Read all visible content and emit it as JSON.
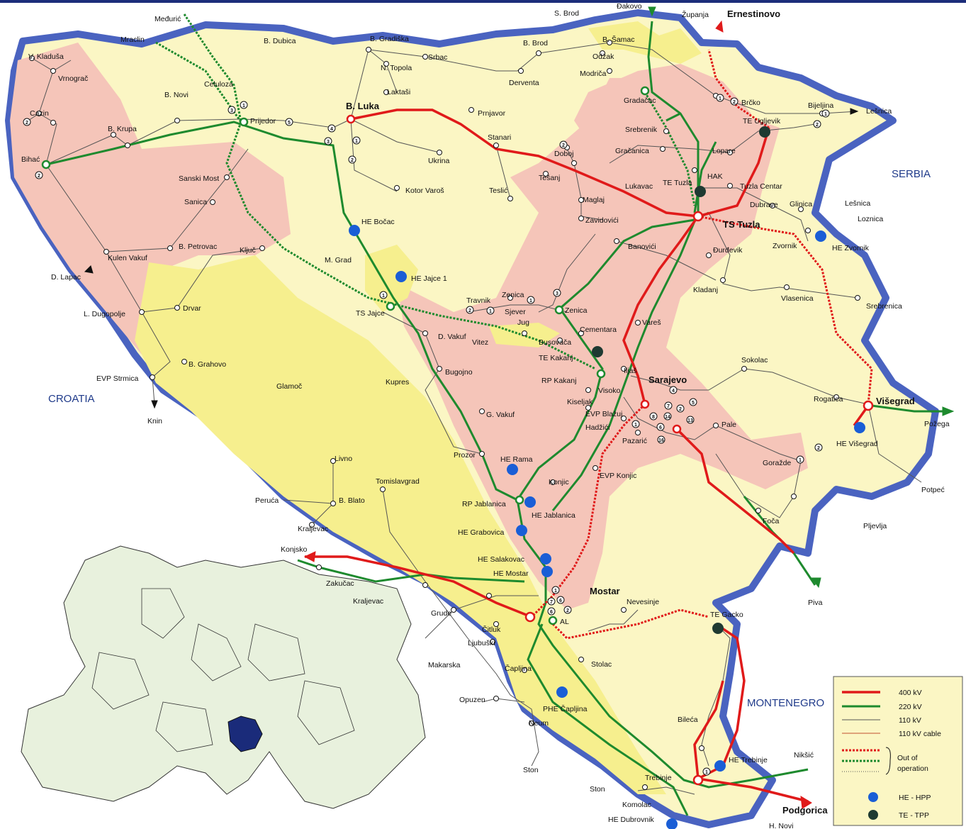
{
  "countries": {
    "croatia": "CROATIA",
    "serbia": "SERBIA",
    "montenegro": "MONTENEGRO"
  },
  "major_cities": {
    "banja_luka": "B. Luka",
    "sarajevo": "Sarajevo",
    "mostar": "Mostar",
    "ts_tuzla": "TS Tuzla",
    "visegrad": "Višegrad",
    "ernestinovo": "Ernestinovo",
    "podgorica": "Podgorica"
  },
  "places": [
    "Međurić",
    "Mraclin",
    "B. Dubica",
    "B. Gradiška",
    "S. Brod",
    "B. Brod",
    "Đakovo",
    "Županja",
    "B. Šamac",
    "Odžak",
    "Modriča",
    "V. Kladuša",
    "Vrnograč",
    "Cazin",
    "Bihać",
    "B. Krupa",
    "B. Novi",
    "Celuloza",
    "Prijedor",
    "Srbac",
    "N. Topola",
    "Laktaši",
    "Derventa",
    "Prnjavor",
    "Gradačac",
    "Brčko",
    "Bijeljina",
    "Lešnica",
    "TE Ugljevik",
    "Srebrenik",
    "Gračanica",
    "Lopare",
    "Stanari",
    "Doboj",
    "Ukrina",
    "Kotor Varoš",
    "Teslić",
    "Tešanj",
    "Maglaj",
    "Lukavac",
    "TE Tuzla",
    "HAK",
    "Tuzla Centar",
    "Dubrave",
    "Glinica",
    "Lešnica",
    "Loznica",
    "Zvornik",
    "HE Zvornik",
    "Sanski Most",
    "Sanica",
    "B. Petrovac",
    "Ključ",
    "Kulen Vakuf",
    "D. Lapac",
    "HE Bočac",
    "M. Grad",
    "HE Jajce 1",
    "TS Jajce",
    "Zavidovići",
    "Banovići",
    "Đurđevik",
    "Kladanj",
    "Vlasenica",
    "Srebrenica",
    "L. Dugopolje",
    "Drvar",
    "Travnik",
    "Zenica",
    "Sjever",
    "Jug",
    "Zenica",
    "Vitez",
    "Busovača",
    "Cementara",
    "Vareš",
    "TE Kakanj",
    "RP Kakanj",
    "Iljaš",
    "D. Vakuf",
    "Bugojno",
    "Kupres",
    "B. Grahovo",
    "EVP Strmica",
    "Knin",
    "Glamoč",
    "Visoko",
    "Kiseljak",
    "EVP Blažuj",
    "Hadžići",
    "Pale",
    "Sokolac",
    "Rogatica",
    "HE Višegrad",
    "Požega",
    "Pazarić",
    "G. Vakuf",
    "Prozor",
    "HE Rama",
    "Konjic",
    "EVP Konjic",
    "RP Jablanica",
    "HE Jablanica",
    "HE Grabovica",
    "Goražde",
    "Potpeć",
    "Foča",
    "Pljevlja",
    "Livno",
    "Tomislavgrad",
    "B. Blato",
    "Peruća",
    "Kraljevac",
    "Konjsko",
    "Zakučac",
    "Kraljevac",
    "HE Salakovac",
    "HE Mostar",
    "Grude",
    "Čitluk",
    "Ljubuški",
    "AL",
    "Nevesinje",
    "TE Gacko",
    "Piva",
    "Makarska",
    "Čapljina",
    "Opuzen",
    "Stolac",
    "PHE Čapljina",
    "Neum",
    "Ston",
    "Bileća",
    "Nikšić",
    "HE Trebinje",
    "Trebinje",
    "Ston",
    "Komolac",
    "HE Dubrovnik",
    "H. Novi"
  ],
  "legend": {
    "kv400": "400 kV",
    "kv220": "220 kV",
    "kv110": "110 kV",
    "cable110": "110 kV cable",
    "out1": "Out of",
    "out2": "operation",
    "hpp": "HE - HPP",
    "tpp": "TE - TPP"
  },
  "colors": {
    "border": "#4a63c0",
    "land": "#fbf6c4",
    "pink": "#f5c5b9",
    "yellow": "#f6ef8e",
    "line400": "#e01a1a",
    "line220": "#1e8a2e",
    "line110": "#555555",
    "hpp": "#1a5ed6",
    "tpp": "#1f3a32",
    "europe": "#e8f1dd"
  }
}
